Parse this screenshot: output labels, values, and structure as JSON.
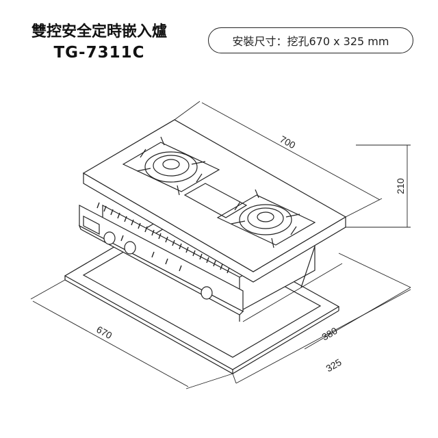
{
  "header": {
    "title": "雙控安全定時嵌入爐",
    "model": "TG-7311C",
    "spec": "安裝尺寸：挖孔670 x 325 mm"
  },
  "dimensions": {
    "width": "700",
    "height": "210",
    "cutout_width": "670",
    "depth": "380",
    "cutout_depth": "325"
  }
}
